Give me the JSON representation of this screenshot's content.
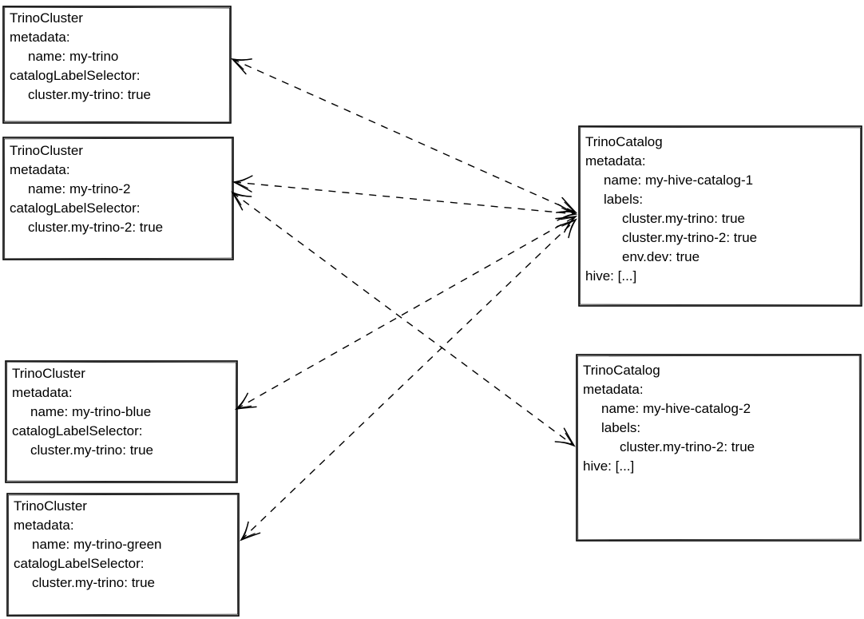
{
  "diagram": {
    "kind": "resource-relationship-diagram",
    "background": "#ffffff",
    "stroke_color": "#000000",
    "edge_style": "dashed-double-arrow"
  },
  "clusters": [
    {
      "kind": "TrinoCluster",
      "lines": [
        "metadata:",
        "name: my-trino",
        "catalogLabelSelector:",
        "cluster.my-trino: true"
      ]
    },
    {
      "kind": "TrinoCluster",
      "lines": [
        "metadata:",
        "name: my-trino-2",
        "catalogLabelSelector:",
        "cluster.my-trino-2: true"
      ]
    },
    {
      "kind": "TrinoCluster",
      "lines": [
        "metadata:",
        "name: my-trino-blue",
        "catalogLabelSelector:",
        "cluster.my-trino: true"
      ]
    },
    {
      "kind": "TrinoCluster",
      "lines": [
        "metadata:",
        "name: my-trino-green",
        "catalogLabelSelector:",
        "cluster.my-trino: true"
      ]
    }
  ],
  "catalogs": [
    {
      "kind": "TrinoCatalog",
      "lines": [
        "metadata:",
        "name: my-hive-catalog-1",
        "labels:",
        "cluster.my-trino: true",
        "cluster.my-trino-2: true",
        "env.dev: true",
        "hive: [...]"
      ]
    },
    {
      "kind": "TrinoCatalog",
      "lines": [
        "metadata:",
        "name: my-hive-catalog-2",
        "labels:",
        "cluster.my-trino-2: true",
        "hive: [...]"
      ]
    }
  ],
  "edges": [
    {
      "from": "my-trino",
      "to": "my-hive-catalog-1"
    },
    {
      "from": "my-trino-2",
      "to": "my-hive-catalog-1"
    },
    {
      "from": "my-trino-2",
      "to": "my-hive-catalog-2"
    },
    {
      "from": "my-trino-blue",
      "to": "my-hive-catalog-1"
    },
    {
      "from": "my-trino-green",
      "to": "my-hive-catalog-1"
    }
  ]
}
